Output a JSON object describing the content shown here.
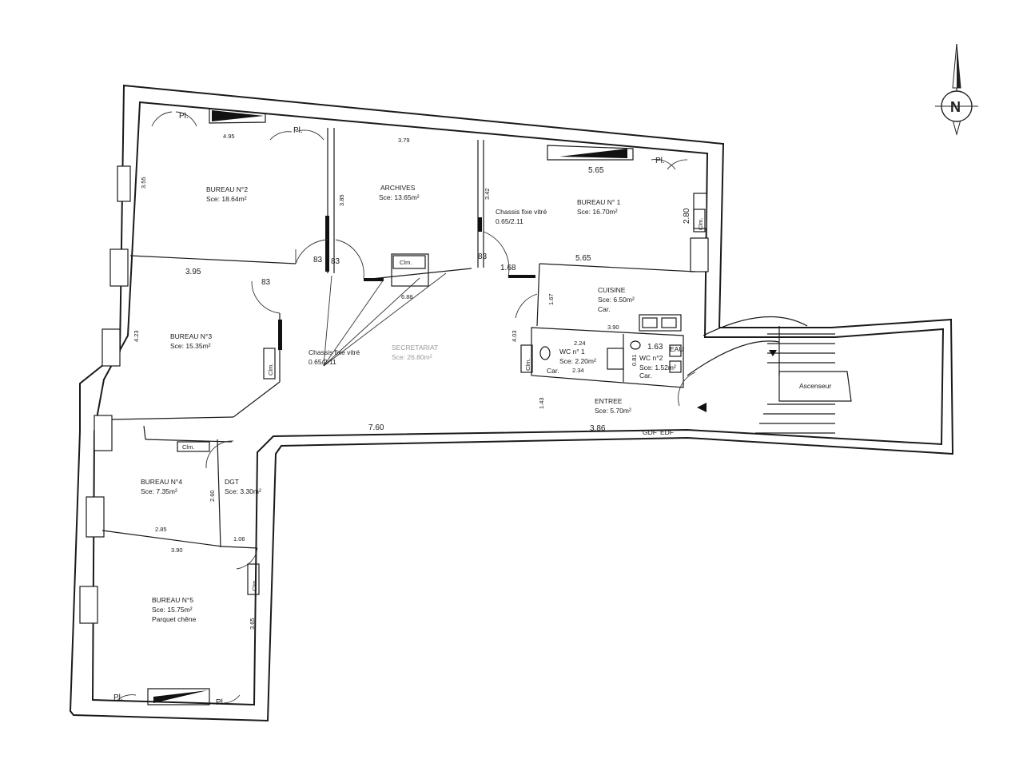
{
  "rooms": {
    "bureau2": {
      "name": "BUREAU N°2",
      "area": "Sce: 18.64m²"
    },
    "archives": {
      "name": "ARCHIVES",
      "area": "Sce: 13.65m²"
    },
    "bureau1": {
      "name": "BUREAU N° 1",
      "area": "Sce: 16.70m²"
    },
    "cuisine": {
      "name": "CUISINE",
      "area": "Sce: 6.50m²",
      "note": "Car."
    },
    "bureau3": {
      "name": "BUREAU N°3",
      "area": "Sce: 15.35m²"
    },
    "secretariat": {
      "name": "SECRETARIAT",
      "area": "Sce: 26.80m²"
    },
    "wc1": {
      "name": "WC n° 1",
      "area": "Sce: 2.20m²",
      "note": "Car."
    },
    "wc2": {
      "name": "WC n°2",
      "area": "Sce: 1.52m²",
      "note": "Car."
    },
    "entree": {
      "name": "ENTREE",
      "area": "Sce: 5.70m²"
    },
    "bureau4": {
      "name": "BUREAU N°4",
      "area": "Sce: 7.35m²"
    },
    "dgt": {
      "name": "DGT",
      "area": "Sce: 3.30m²"
    },
    "bureau5": {
      "name": "BUREAU N°5",
      "area": "Sce: 15.75m²",
      "note": "Parquet chêne"
    },
    "ascenseur": {
      "name": "Ascenseur"
    }
  },
  "labels": {
    "pl": "Pl.",
    "clm": "Clm.",
    "chassis_a": "Chassis fixe vitré",
    "chassis_a_dim": "0.65/2.11",
    "chassis_b": "Chassis fixe vitré",
    "chassis_b_dim": "0.65/2.11",
    "eau": "EAU",
    "gdf": "GDF",
    "edf": "EDF"
  },
  "dimensions": {
    "d495": "4.95",
    "d379": "3.79",
    "d565_top": "5.65",
    "d355": "3.55",
    "d385": "3.85",
    "d342": "3.42",
    "d280_right": "2.80",
    "d83_a": "83",
    "d83_b": "83",
    "d83_c": "83",
    "d83_d": "83",
    "d395": "3.95",
    "d688": "6.88",
    "d168": "1.68",
    "d565_kitchen": "5.65",
    "d167": "1.67",
    "d390_kitchen": "3.90",
    "d403": "4.03",
    "d224": "2.24",
    "d163": "1.63",
    "d081": "0.81",
    "d234": "2.34",
    "d423": "4.23",
    "d143": "1.43",
    "d760": "7.60",
    "d386": "3.86",
    "d260": "2.60",
    "d285": "2.85",
    "d390_b5": "3.90",
    "d106": "1.06",
    "d365": "3.65"
  },
  "compass": {
    "label": "N"
  }
}
